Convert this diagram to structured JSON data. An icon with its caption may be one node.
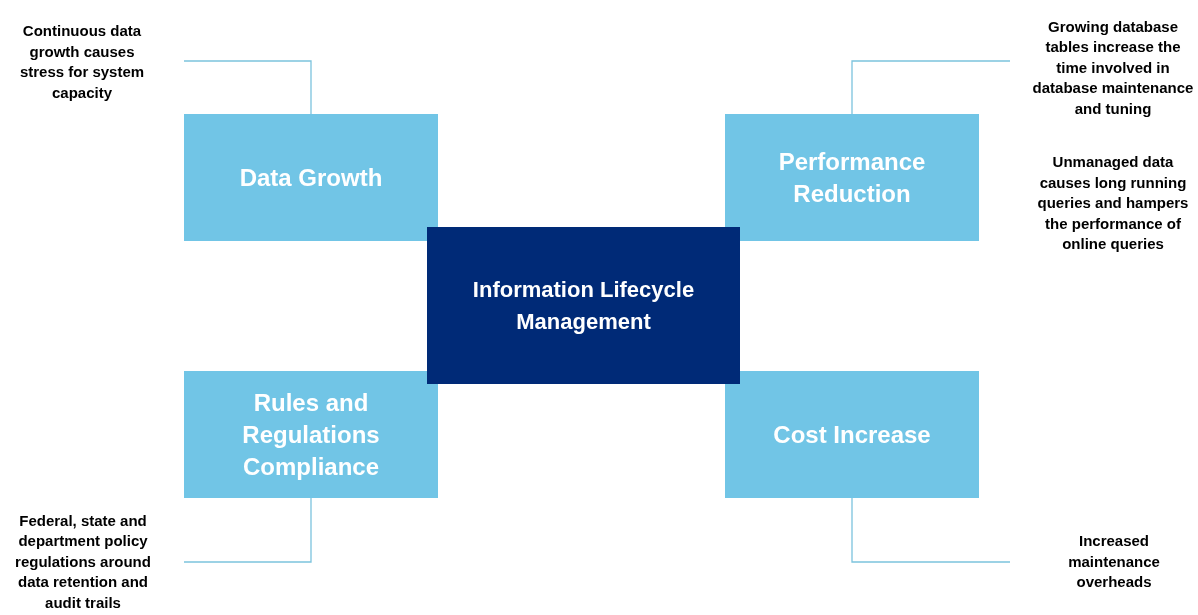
{
  "diagram": {
    "nodes": [
      {
        "text": [
          "Continuous data growth causes stress for system capacity"
        ]
      },
      {
        "text": [
          "Data Growth"
        ]
      },
      {
        "text": [
          "Growing database tables increase the time involved in database maintenance and tuning"
        ]
      },
      {
        "text": [
          "Performance Reduction"
        ]
      },
      {
        "text": [
          "Information Lifecycle Management"
        ]
      },
      {
        "text": [
          "Rules and Regulations Compliance"
        ]
      },
      {
        "text": [
          "Federal, state and department policy regulations around data retention and audit trails"
        ]
      },
      {
        "text": [
          "Cost Increase"
        ]
      },
      {
        "text": [
          "Increased maintenance overheads"
        ]
      }
    ],
    "edges": [
      {
        "from": 0,
        "to": 1,
        "arrow": "none"
      },
      {
        "from": 2,
        "to": 3,
        "arrow": "none"
      },
      {
        "from": 6,
        "to": 5,
        "arrow": "none"
      },
      {
        "from": 8,
        "to": 7,
        "arrow": "none"
      }
    ],
    "labels": [
      "Unmanaged data causes long running queries and hampers the performance of online queries"
    ]
  }
}
